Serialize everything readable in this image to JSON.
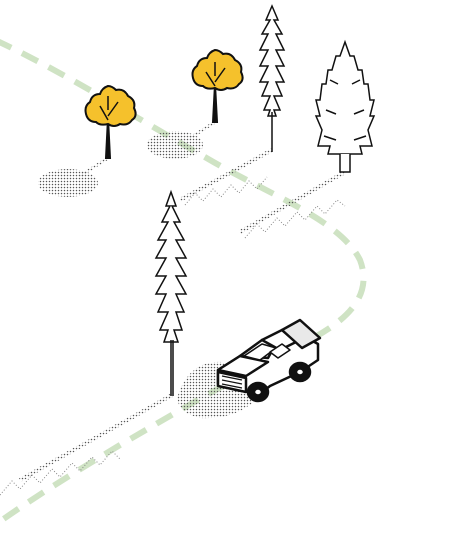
{
  "scene": {
    "kind": "isometric line illustration",
    "background": "#ffffff",
    "colors": {
      "ink": "#111111",
      "route_dash": "#cfe3c4",
      "foliage_fill": "#f5c12c",
      "shadow_dots": "#555555"
    },
    "elements": [
      {
        "name": "pickup-truck",
        "color": "#ffffff"
      },
      {
        "name": "deciduous-tree",
        "count": 2,
        "color": "#f5c12c"
      },
      {
        "name": "tall-pine-tree",
        "count": 2
      },
      {
        "name": "fir-tree",
        "count": 1
      },
      {
        "name": "dashed-route",
        "color": "#cfe3c4"
      }
    ]
  }
}
